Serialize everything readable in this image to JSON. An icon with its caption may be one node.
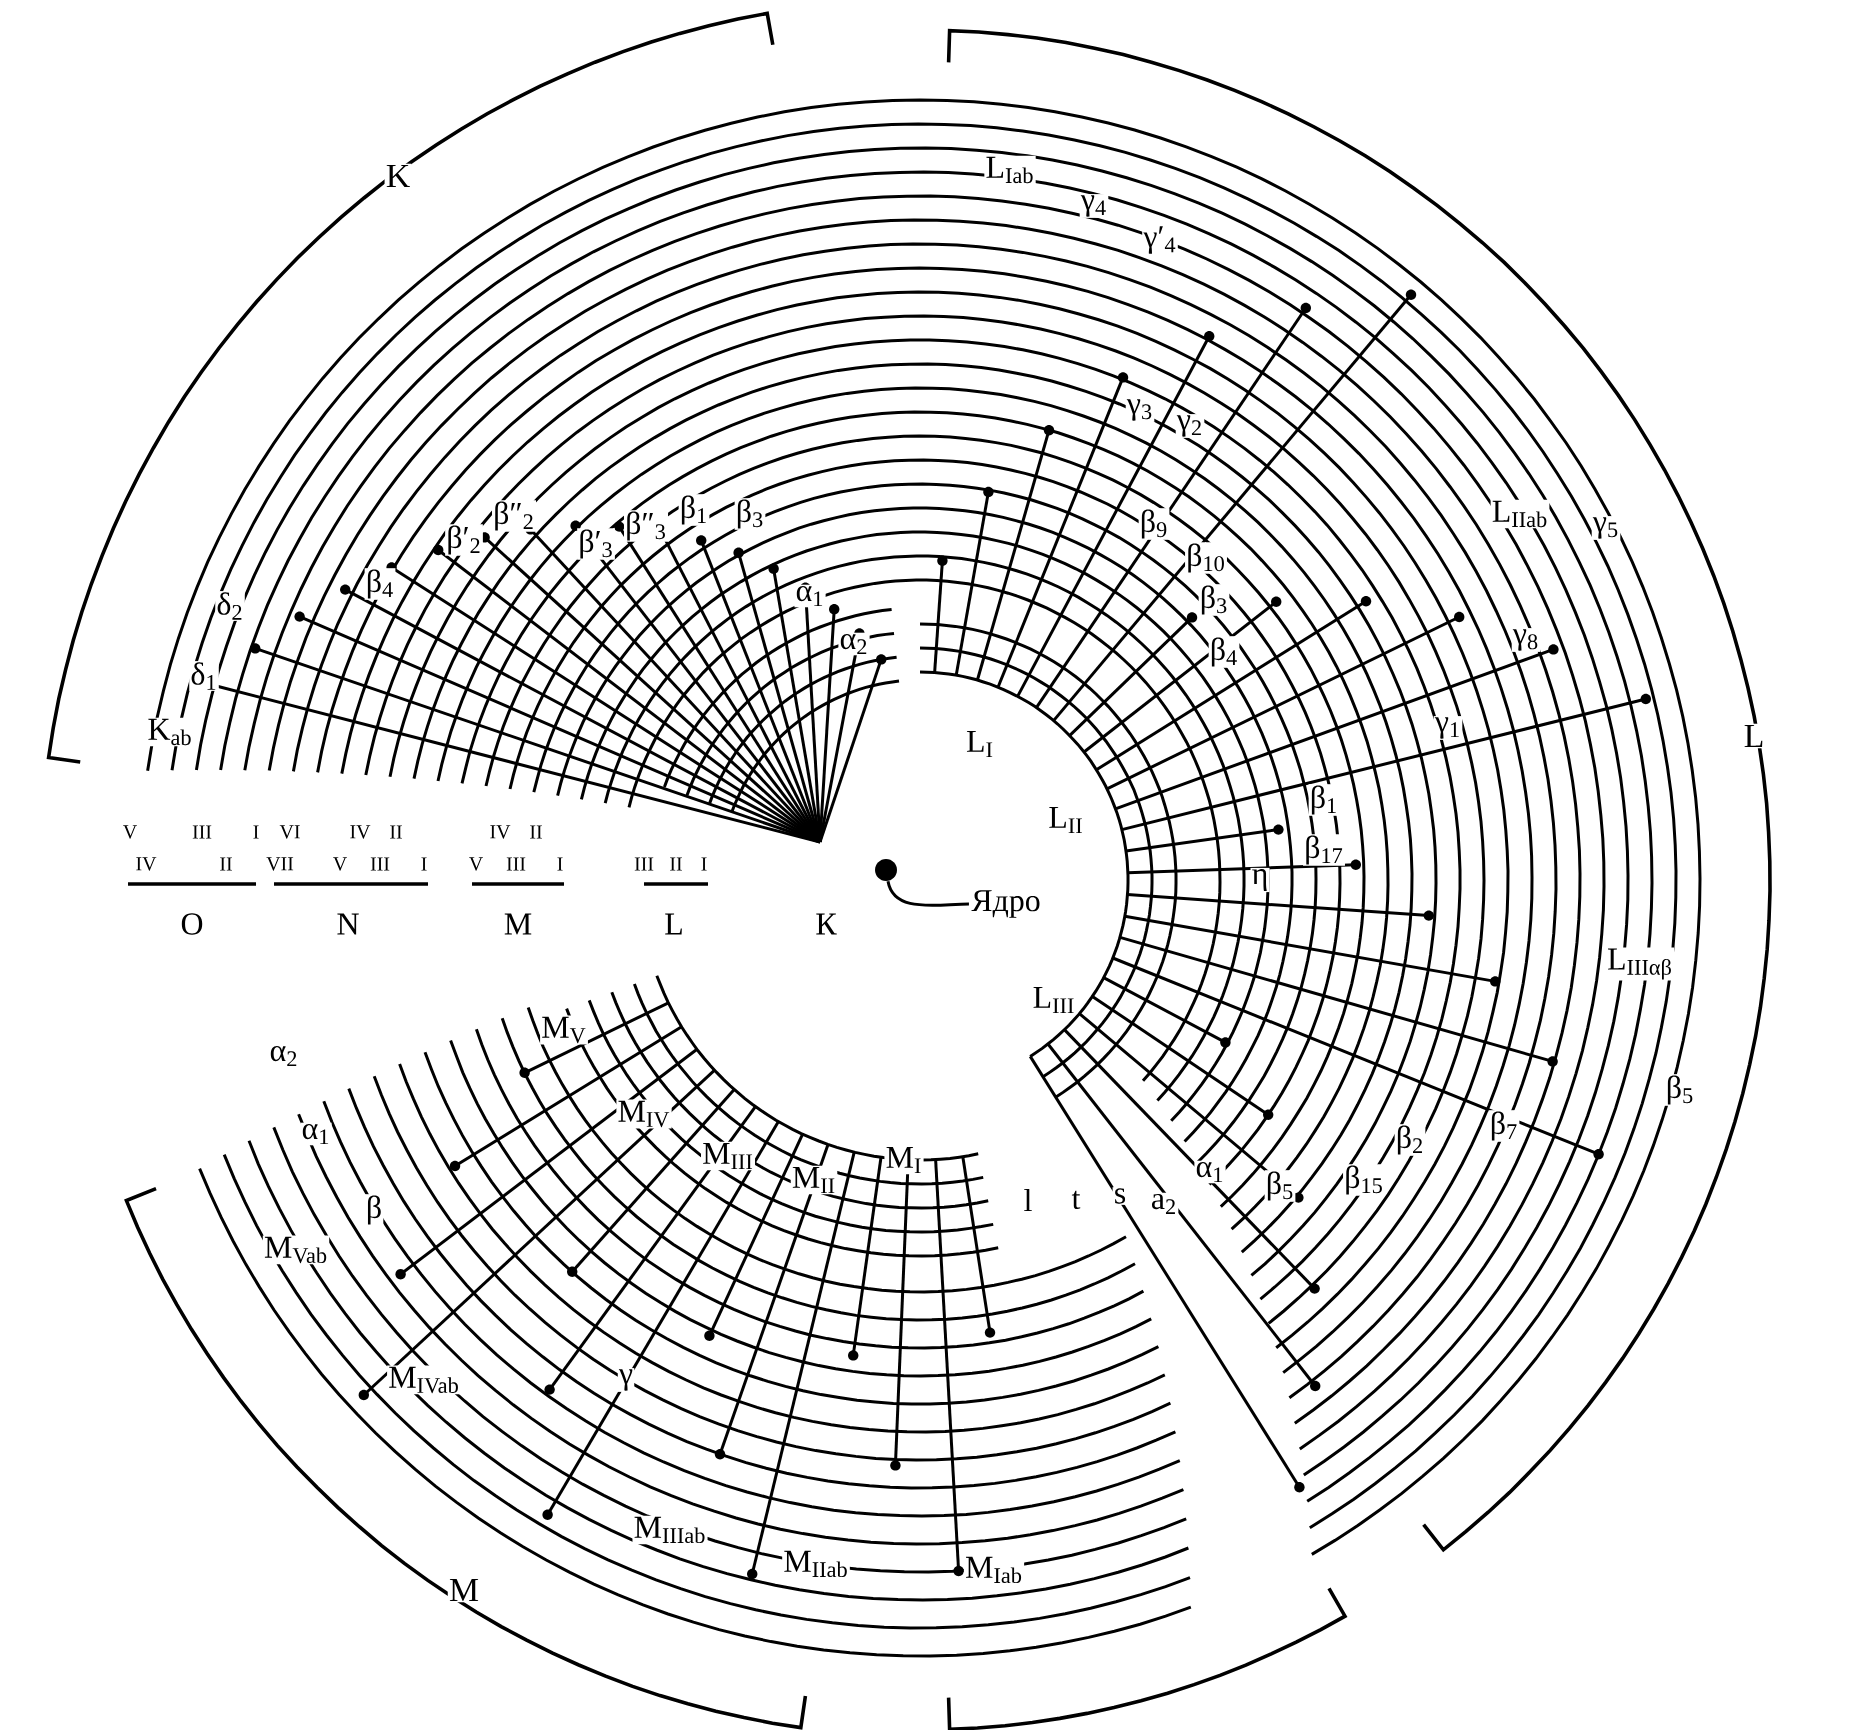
{
  "diagram": {
    "nodes": [
      {
        "text": [
          "Ядро"
        ]
      },
      {
        "text": [],
        "shape": "circle"
      }
    ],
    "edges": [
      {
        "from": 1,
        "to": 0,
        "arrow": "none"
      }
    ],
    "labels": [
      "K",
      "L$_{Iab}$",
      "γ$_{4}$",
      "γ′$_{4}$",
      "γ$_{3}$",
      "γ$_{2}$",
      "β′$_{2}$",
      "β″$_{2}$",
      "β′$_{3}$",
      "β″$_{3}$",
      "β$_{1}$",
      "β$_{3}$",
      "β$_{9}$",
      "β$_{10}$",
      "L$_{IIab}$",
      "γ$_{5}$",
      "δ$_{2}$",
      "β$_{4}$",
      "α$_{1}$",
      "β$_{3}$",
      "δ$_{1}$",
      "α$_{2}$",
      "β$_{4}$",
      "γ$_{8}$",
      "K$_{ab}$",
      "L$_{I}$",
      "γ$_{1}$",
      "L",
      "L$_{II}$",
      "β$_{1}$",
      "V",
      "III",
      "I",
      "VI",
      "IV",
      "II",
      "IV",
      "II",
      "β$_{17}$",
      "IV",
      "II",
      "VII",
      "V",
      "III",
      "I",
      "V",
      "III",
      "I",
      "III",
      "II",
      "I",
      "η",
      "O",
      "N",
      "M",
      "L",
      "К",
      "α$_{2}$",
      "M$_{V}$",
      "L$_{III}$",
      "L$_{IIIαβ}$",
      "α$_{1}$",
      "M$_{IV}$",
      "β$_{2}$",
      "β$_{7}$",
      "β$_{5}$",
      "β",
      "M$_{III}$",
      "M$_{II}$",
      "M$_{I}$",
      "l",
      "t",
      "s",
      "a$_{2}$",
      "α$_{1}$",
      "β$_{5}$",
      "β$_{15}$",
      "M$_{Vab}$",
      "M$_{IVab}$",
      "γ",
      "M$_{IIIab}$",
      "M",
      "M$_{IIab}$",
      "M$_{Iab}$"
    ]
  }
}
